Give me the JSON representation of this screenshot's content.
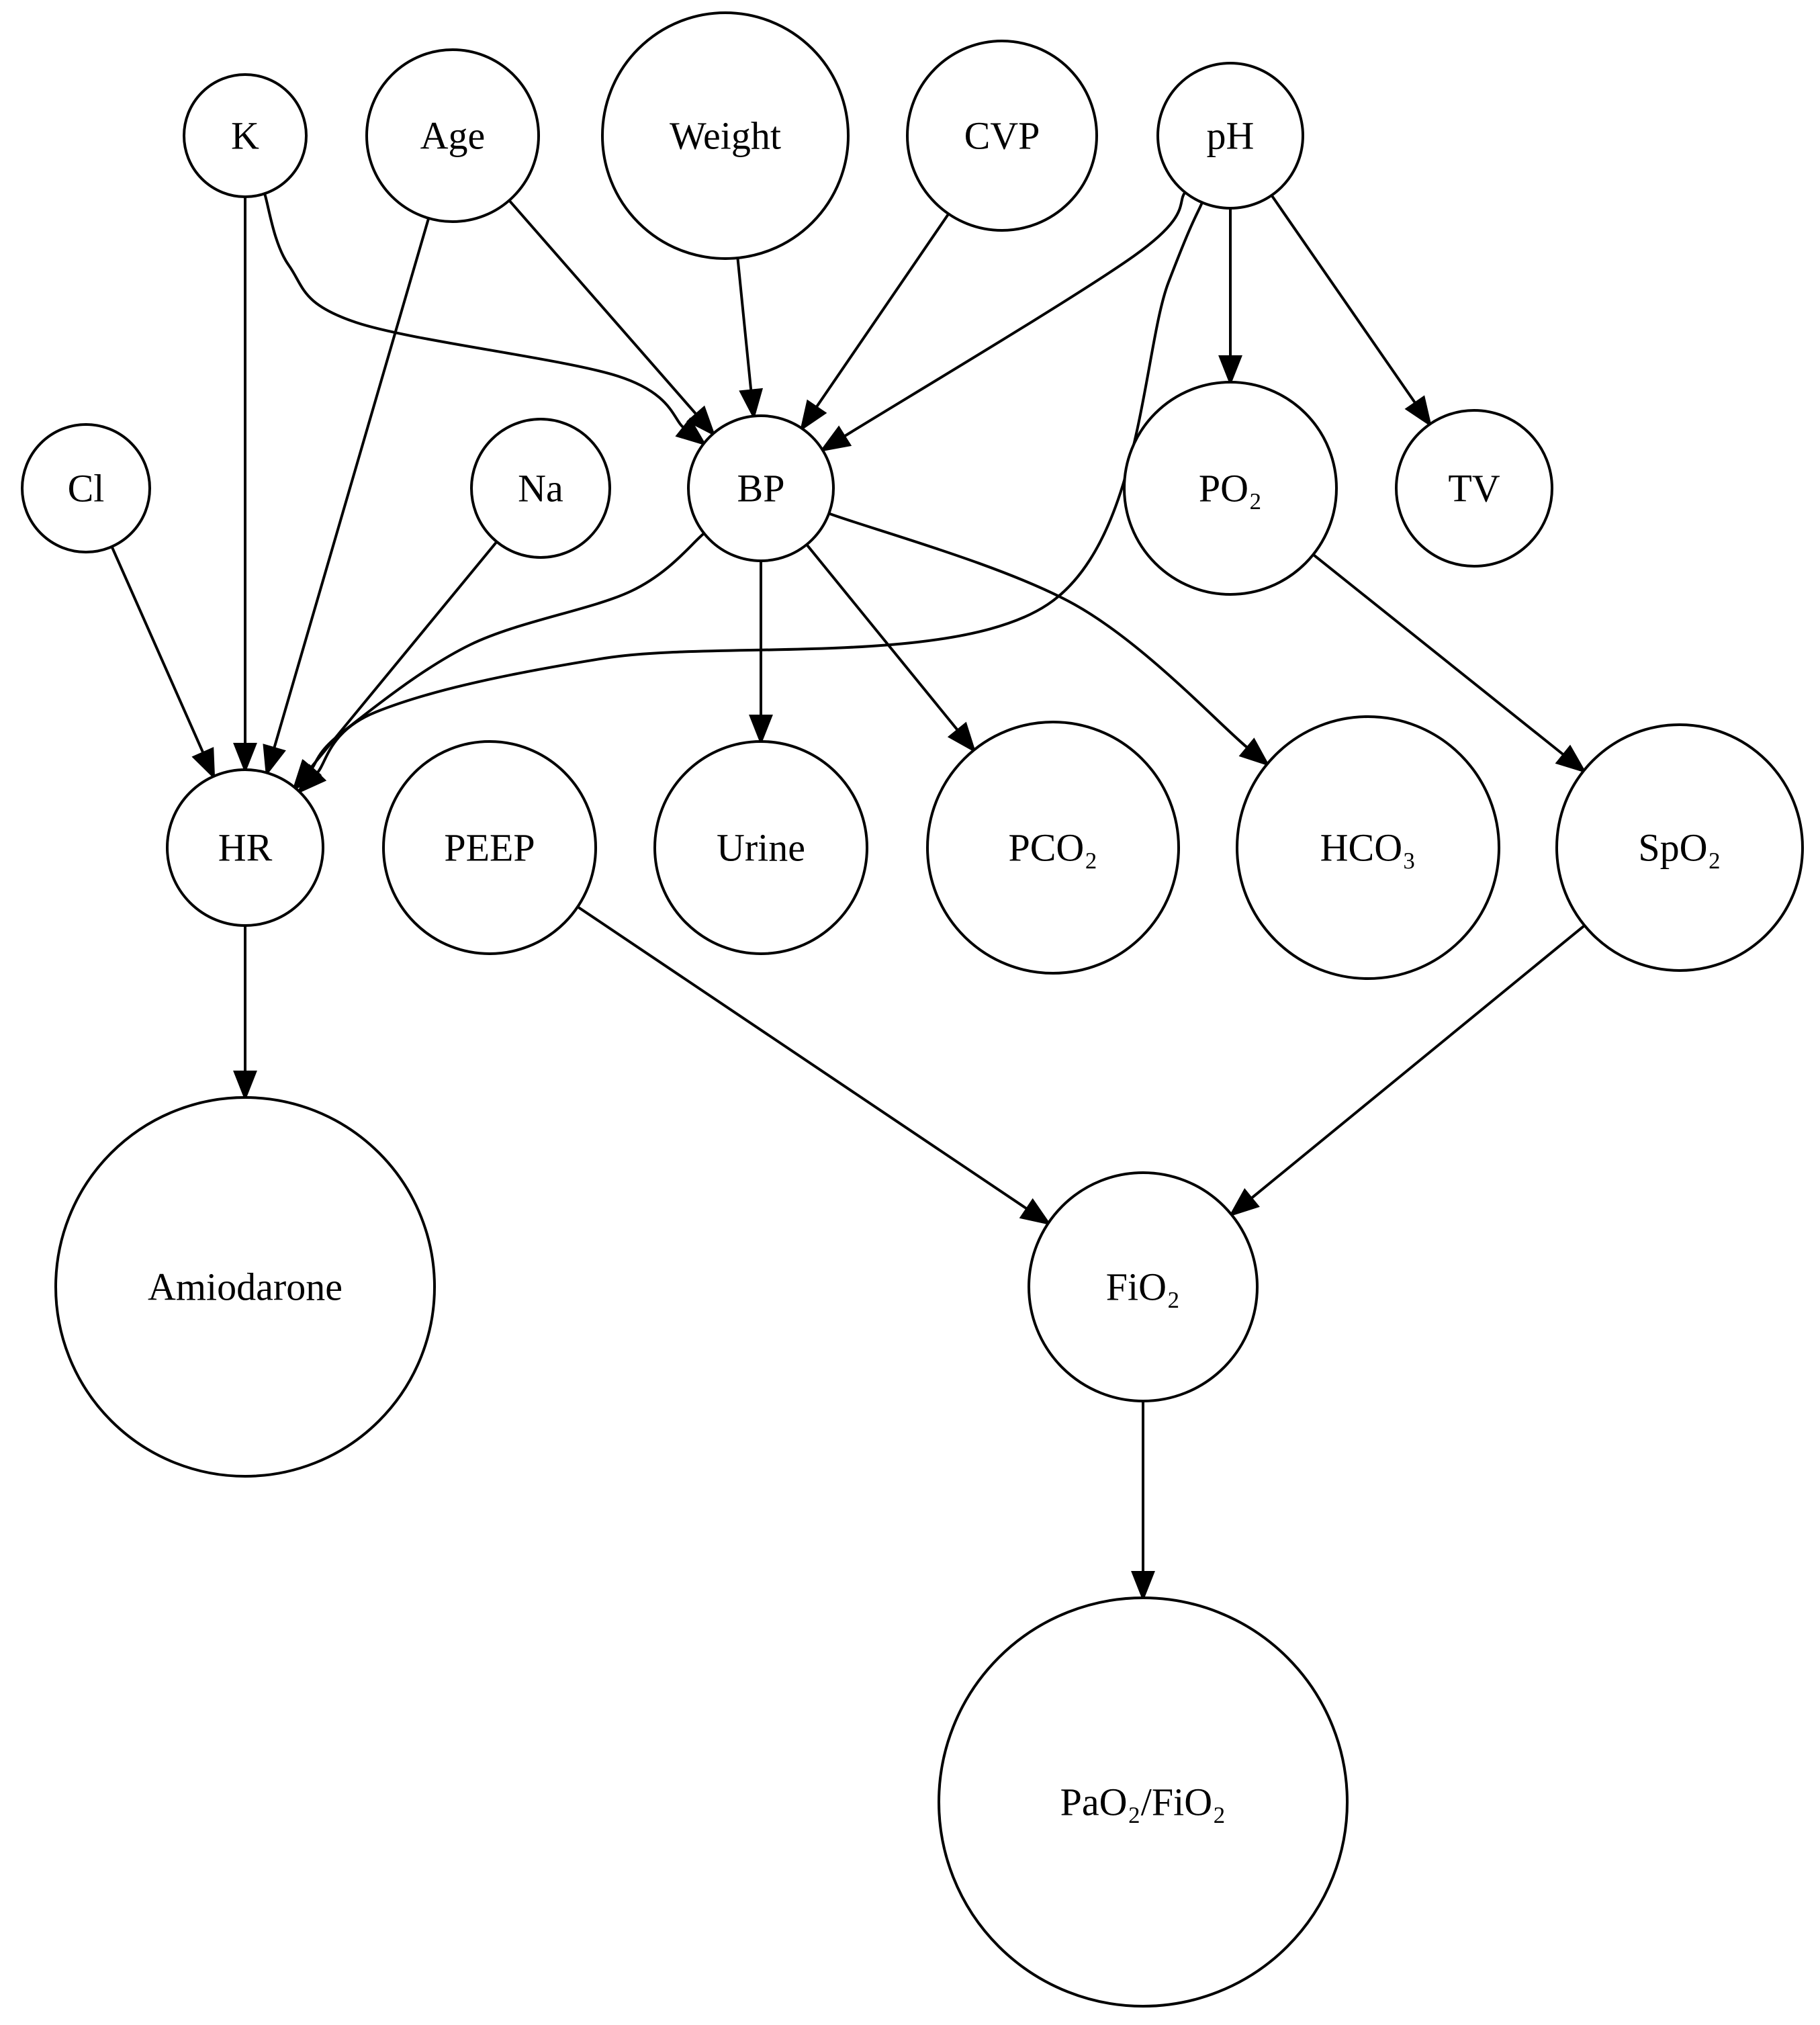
{
  "diagram": {
    "nodes": [
      {
        "id": "K",
        "label": "K"
      },
      {
        "id": "Age",
        "label": "Age"
      },
      {
        "id": "Weight",
        "label": "Weight"
      },
      {
        "id": "CVP",
        "label": "CVP"
      },
      {
        "id": "pH",
        "label": "pH"
      },
      {
        "id": "Cl",
        "label": "Cl"
      },
      {
        "id": "Na",
        "label": "Na"
      },
      {
        "id": "BP",
        "label": "BP"
      },
      {
        "id": "PO2",
        "label": "PO₂"
      },
      {
        "id": "TV",
        "label": "TV"
      },
      {
        "id": "HR",
        "label": "HR"
      },
      {
        "id": "PEEP",
        "label": "PEEP"
      },
      {
        "id": "Urine",
        "label": "Urine"
      },
      {
        "id": "PCO2",
        "label": "PCO₂"
      },
      {
        "id": "HCO3",
        "label": "HCO₃"
      },
      {
        "id": "SpO2",
        "label": "SpO₂"
      },
      {
        "id": "Amiodarone",
        "label": "Amiodarone"
      },
      {
        "id": "FiO2",
        "label": "FiO₂"
      },
      {
        "id": "PaO2FiO2",
        "label": "PaO₂/FiO₂"
      }
    ],
    "edges": [
      {
        "from": "K",
        "to": "HR"
      },
      {
        "from": "K",
        "to": "BP"
      },
      {
        "from": "Age",
        "to": "HR"
      },
      {
        "from": "Age",
        "to": "BP"
      },
      {
        "from": "Weight",
        "to": "BP"
      },
      {
        "from": "CVP",
        "to": "BP"
      },
      {
        "from": "pH",
        "to": "BP"
      },
      {
        "from": "pH",
        "to": "HR"
      },
      {
        "from": "pH",
        "to": "PO2"
      },
      {
        "from": "pH",
        "to": "TV"
      },
      {
        "from": "Cl",
        "to": "HR"
      },
      {
        "from": "Na",
        "to": "HR"
      },
      {
        "from": "BP",
        "to": "HR"
      },
      {
        "from": "BP",
        "to": "Urine"
      },
      {
        "from": "BP",
        "to": "PCO2"
      },
      {
        "from": "BP",
        "to": "HCO3"
      },
      {
        "from": "PO2",
        "to": "SpO2"
      },
      {
        "from": "HR",
        "to": "Amiodarone"
      },
      {
        "from": "PEEP",
        "to": "FiO2"
      },
      {
        "from": "SpO2",
        "to": "FiO2"
      },
      {
        "from": "FiO2",
        "to": "PaO2FiO2"
      }
    ]
  }
}
